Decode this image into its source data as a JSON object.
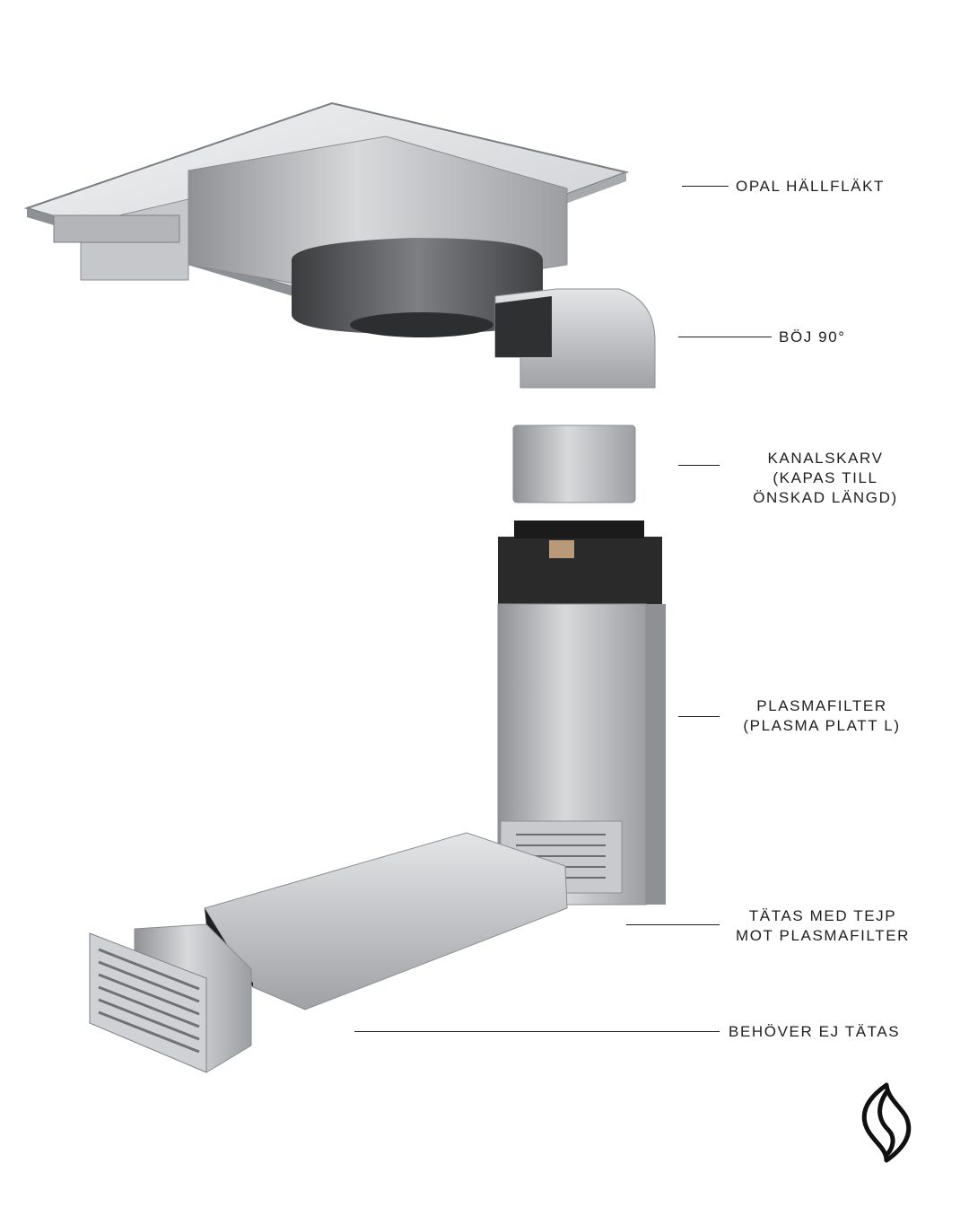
{
  "labels": {
    "hob_fan": [
      "OPAL HÄLLFLÄKT"
    ],
    "elbow": [
      "BÖJ 90°"
    ],
    "duct_joint": [
      "KANALSKARV",
      "(KAPAS TILL",
      "ÖNSKAD LÄNGD)"
    ],
    "plasma_filter": [
      "PLASMAFILTER",
      "(PLASMA PLATT L)"
    ],
    "tape_seal": [
      "TÄTAS MED TEJP",
      "MOT PLASMAFILTER"
    ],
    "no_seal": [
      "BEHÖVER EJ TÄTAS"
    ]
  },
  "logo": {
    "icon": "flame-logo-icon"
  },
  "colors": {
    "text": "#1e1e1e",
    "steel_light": "#d9dadc",
    "steel_mid": "#a9abae",
    "steel_dark": "#6f7174",
    "black_part": "#2a2a2a"
  }
}
